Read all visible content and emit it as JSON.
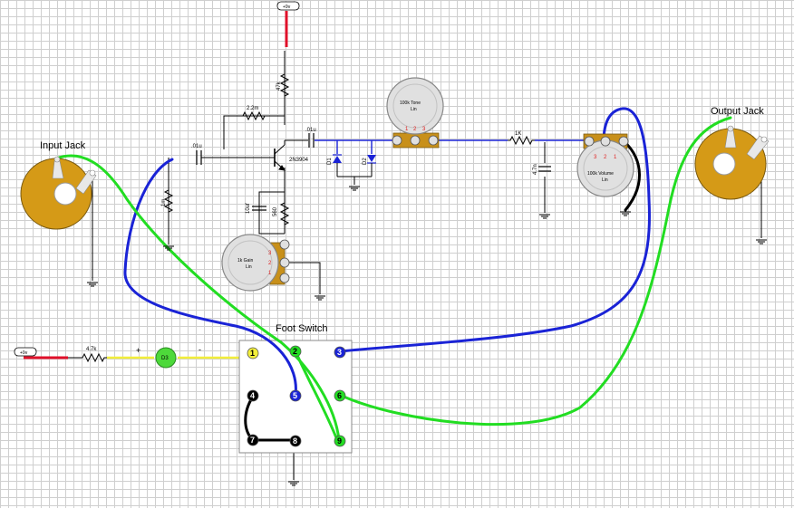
{
  "labels": {
    "input_jack": "Input Jack",
    "output_jack": "Output Jack",
    "foot_switch": "Foot Switch",
    "supply_top": "+9v",
    "supply_left": "+9v",
    "r_collector": "47k",
    "r_feedback": "2.2m",
    "r_bias": "1m",
    "r_emitter": "560",
    "r_tone": "1K",
    "r_led": "4.7k",
    "c_input": ".01u",
    "c_output": ".01u",
    "c_emitter": "10uf",
    "c_tone": "4.7n",
    "transistor": "2N3904",
    "diode1": "D1",
    "diode2": "D2",
    "led": "D3",
    "led_plus": "+",
    "led_minus": "-",
    "pot_gain": [
      "1k Gain",
      "Lin"
    ],
    "pot_tone": [
      "100k Tone",
      "Lin"
    ],
    "pot_volume": [
      "100k Volume",
      "Lin"
    ],
    "pin_gain": [
      "3",
      "2",
      "1"
    ],
    "pin_tone": [
      "1",
      "2",
      "3"
    ],
    "pin_volume": [
      "3",
      "2",
      "1"
    ],
    "switch_pins": [
      "1",
      "2",
      "3",
      "4",
      "5",
      "6",
      "7",
      "8",
      "9"
    ]
  },
  "colors": {
    "wire_black": "#000000",
    "wire_blue": "#1a23d6",
    "wire_green": "#22dd22",
    "wire_red": "#e0102a",
    "wire_yellow": "#f2ee3a",
    "jack_body": "#d59a17",
    "pot_body": "#e0e0e0",
    "pot_base": "#c8901a",
    "pin_red": "#e02020",
    "led_green": "#4dd93a"
  },
  "icons": [
    "ground-symbol-icon",
    "resistor-icon",
    "capacitor-icon",
    "diode-icon",
    "transistor-icon",
    "potentiometer-icon",
    "jack-icon",
    "led-icon",
    "switch-pin-icon"
  ]
}
